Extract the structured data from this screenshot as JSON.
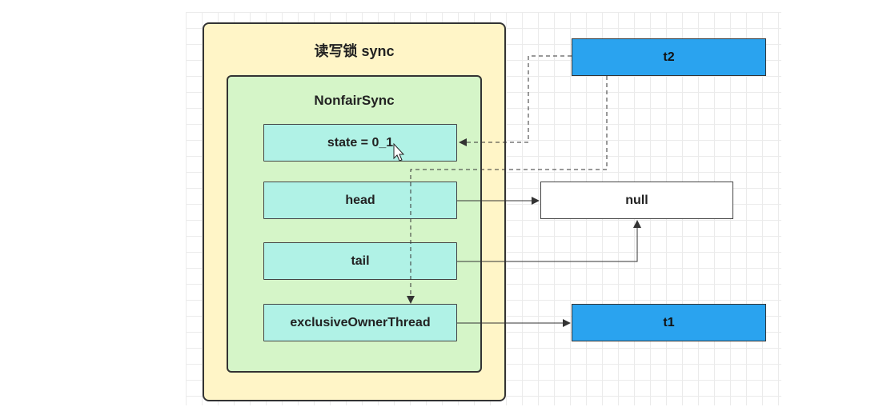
{
  "lock": {
    "title": "读写锁 sync"
  },
  "sync": {
    "title": "NonfairSync"
  },
  "fields": {
    "state": "state = 0_1",
    "head": "head",
    "tail": "tail",
    "exclusive_owner": "exclusiveOwnerThread"
  },
  "nodes": {
    "null": "null",
    "t1": "t1",
    "t2": "t2"
  },
  "colors": {
    "lock_fill": "#fff5c7",
    "sync_fill": "#d5f5c8",
    "field_fill": "#b0f2e6",
    "thread_fill": "#2aa3ef"
  }
}
